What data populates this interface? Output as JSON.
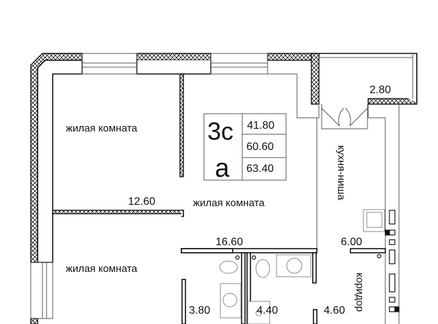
{
  "plan": {
    "apartment_type": "3с",
    "variant": "а",
    "areas": [
      "41.80",
      "60.60",
      "63.40"
    ],
    "rooms": [
      {
        "name": "жилая комната",
        "area": "12.60"
      },
      {
        "name": "жилая комната",
        "area": "16.60"
      },
      {
        "name": "жилая комната",
        "area": "3.80"
      }
    ],
    "kitchen": {
      "name": "кухня-ниша",
      "area": "6.00"
    },
    "balcony_area": "2.80",
    "bath_areas": [
      "4.40"
    ],
    "corridor": {
      "name": "коридор",
      "area": "4.60"
    }
  }
}
